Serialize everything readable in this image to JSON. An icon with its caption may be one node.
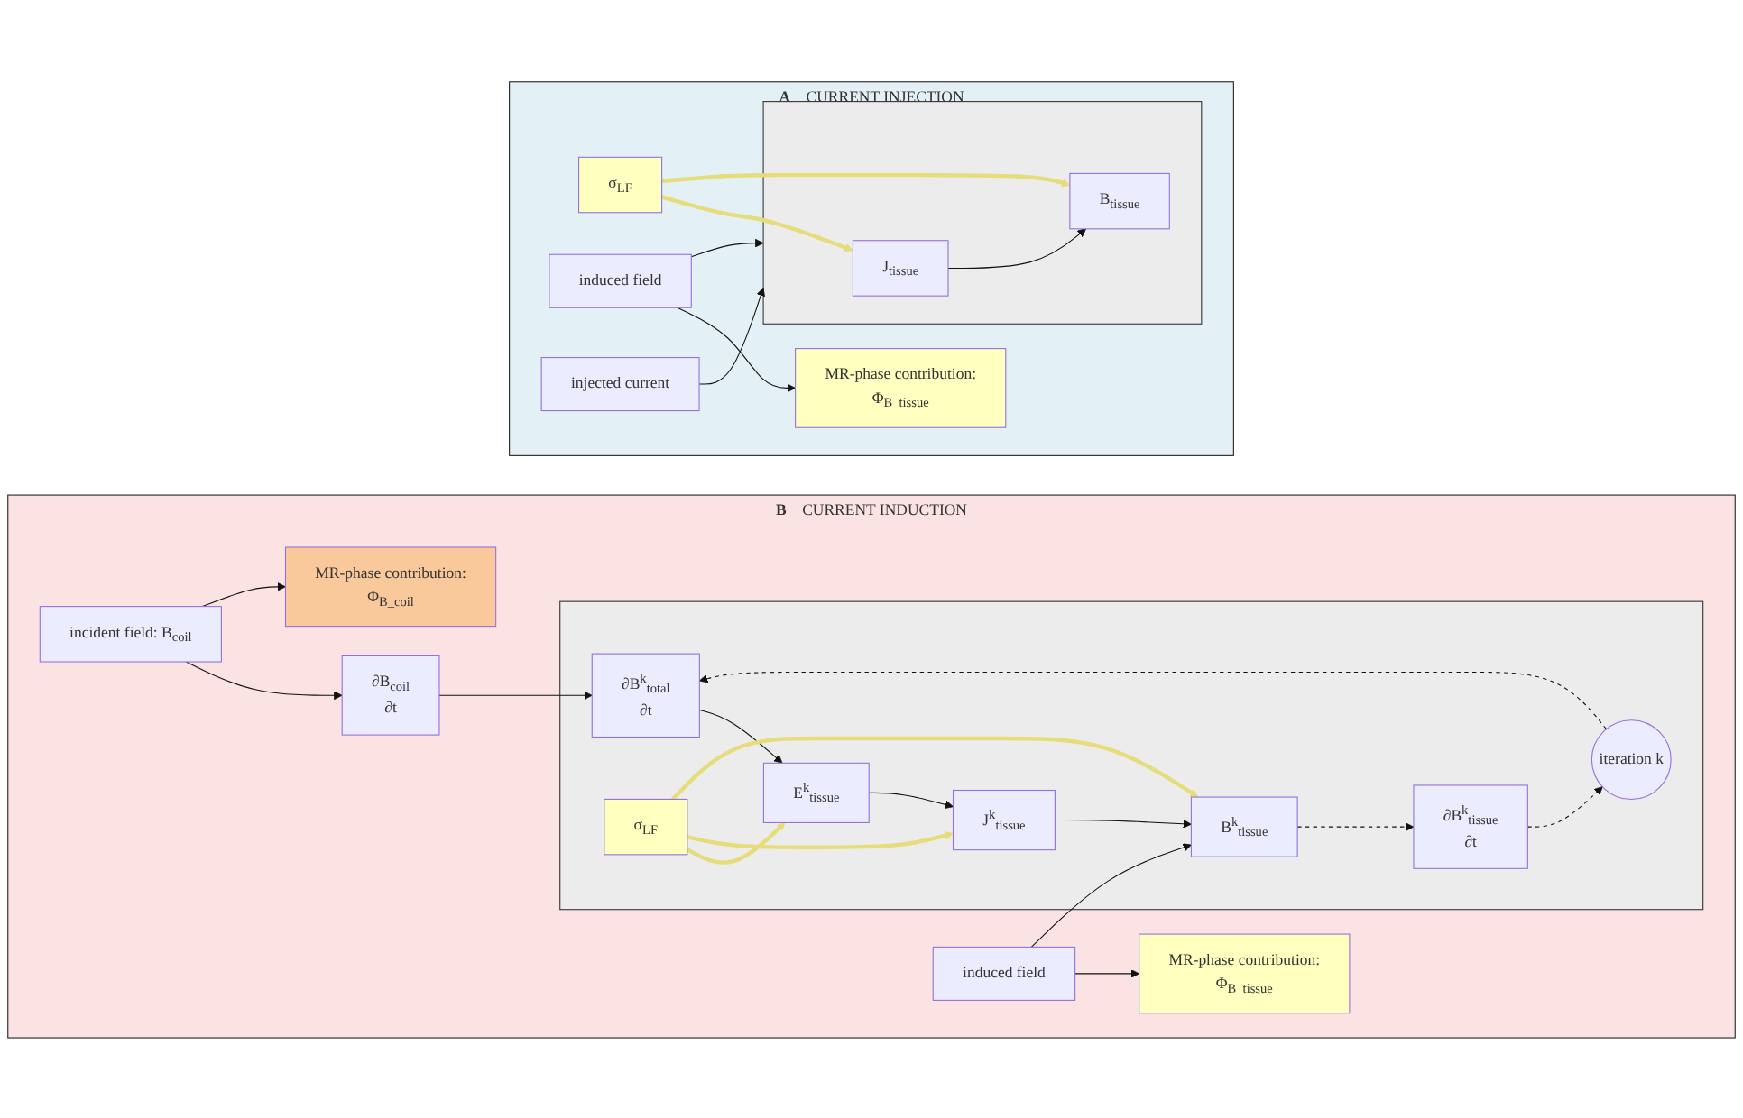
{
  "diagram": {
    "nodes": [
      {
        "text": [
          "A",
          "CURRENT INJECTION"
        ]
      },
      {
        "text": [
          "injected  current"
        ],
        "in": 0
      },
      {
        "text": [],
        "shape": "box",
        "in": 0
      },
      {
        "text": [
          "J$_{tissue}$"
        ],
        "in": 2
      },
      {
        "text": [
          "B$_{tissue}$"
        ],
        "in": 2
      },
      {
        "text": [
          "induced field"
        ],
        "in": 0
      },
      {
        "text": [
          "σ$_{LF}$"
        ],
        "in": 0
      },
      {
        "text": [
          "MR-phase contribution:",
          "Φ$_{B_tissue}$"
        ],
        "in": 0
      },
      {
        "text": [
          "B",
          "CURRENT INDUCTION"
        ]
      },
      {
        "text": [
          "incident field: B$_{coil}$"
        ],
        "in": 8
      },
      {
        "text": [
          "MR-phase contribution:",
          "Φ$_{B_coil}$"
        ],
        "in": 8
      },
      {
        "text": [
          "∂B$_{coil}$",
          "∂t"
        ],
        "in": 8
      },
      {
        "text": [],
        "shape": "box",
        "in": 8
      },
      {
        "text": [
          "∂B$^{k}$$_{total}$",
          "∂t"
        ],
        "in": 12
      },
      {
        "text": [
          "E$^{k}$$_{tissue}$"
        ],
        "in": 12
      },
      {
        "text": [
          "J$^{k}$$_{tissue}$"
        ],
        "in": 12
      },
      {
        "text": [
          "σ$_{LF}$"
        ],
        "in": 12
      },
      {
        "text": [
          "B$^{k}$$_{tissue}$"
        ],
        "in": 12
      },
      {
        "text": [
          "∂B$^{k}$$_{tissue}$",
          "∂t"
        ],
        "in": 12
      },
      {
        "text": [
          "iteration k"
        ],
        "in": 12
      },
      {
        "text": [
          "induced field"
        ],
        "in": 8
      },
      {
        "text": [
          "MR-phase contribution:",
          "Φ$_{B_tissue}$"
        ],
        "in": 8
      }
    ],
    "edges": [
      {
        "from": 1,
        "to": 2,
        "arrow": "to"
      },
      {
        "from": 3,
        "to": 4,
        "arrow": "to"
      },
      {
        "from": 5,
        "to": 2,
        "arrow": "to"
      },
      {
        "from": 6,
        "to": 3,
        "arrow": "to",
        "style": "thick",
        "color": "#e6dc7a"
      },
      {
        "from": 6,
        "to": 4,
        "arrow": "to",
        "style": "thick",
        "color": "#e6dc7a"
      },
      {
        "from": 5,
        "to": 7,
        "arrow": "to"
      },
      {
        "from": 9,
        "to": 11,
        "arrow": "to"
      },
      {
        "from": 9,
        "to": 10,
        "arrow": "to"
      },
      {
        "from": 11,
        "to": 13,
        "arrow": "to"
      },
      {
        "from": 13,
        "to": 14,
        "arrow": "to"
      },
      {
        "from": 14,
        "to": 15,
        "arrow": "to"
      },
      {
        "from": 16,
        "to": 14,
        "arrow": "to",
        "style": "thick",
        "color": "#e6dc7a"
      },
      {
        "from": 16,
        "to": 15,
        "arrow": "to",
        "style": "thick",
        "color": "#e6dc7a"
      },
      {
        "from": 16,
        "to": 17,
        "arrow": "to",
        "style": "thick",
        "color": "#e6dc7a"
      },
      {
        "from": 15,
        "to": 17,
        "arrow": "to"
      },
      {
        "from": 20,
        "to": 17,
        "arrow": "to"
      },
      {
        "from": 20,
        "to": 21,
        "arrow": "to"
      },
      {
        "from": 17,
        "to": 18,
        "arrow": "to",
        "style": "dashed"
      },
      {
        "from": 18,
        "to": 19,
        "arrow": "to",
        "style": "dashed"
      },
      {
        "from": 19,
        "to": 13,
        "arrow": "to",
        "style": "dashed"
      }
    ]
  }
}
